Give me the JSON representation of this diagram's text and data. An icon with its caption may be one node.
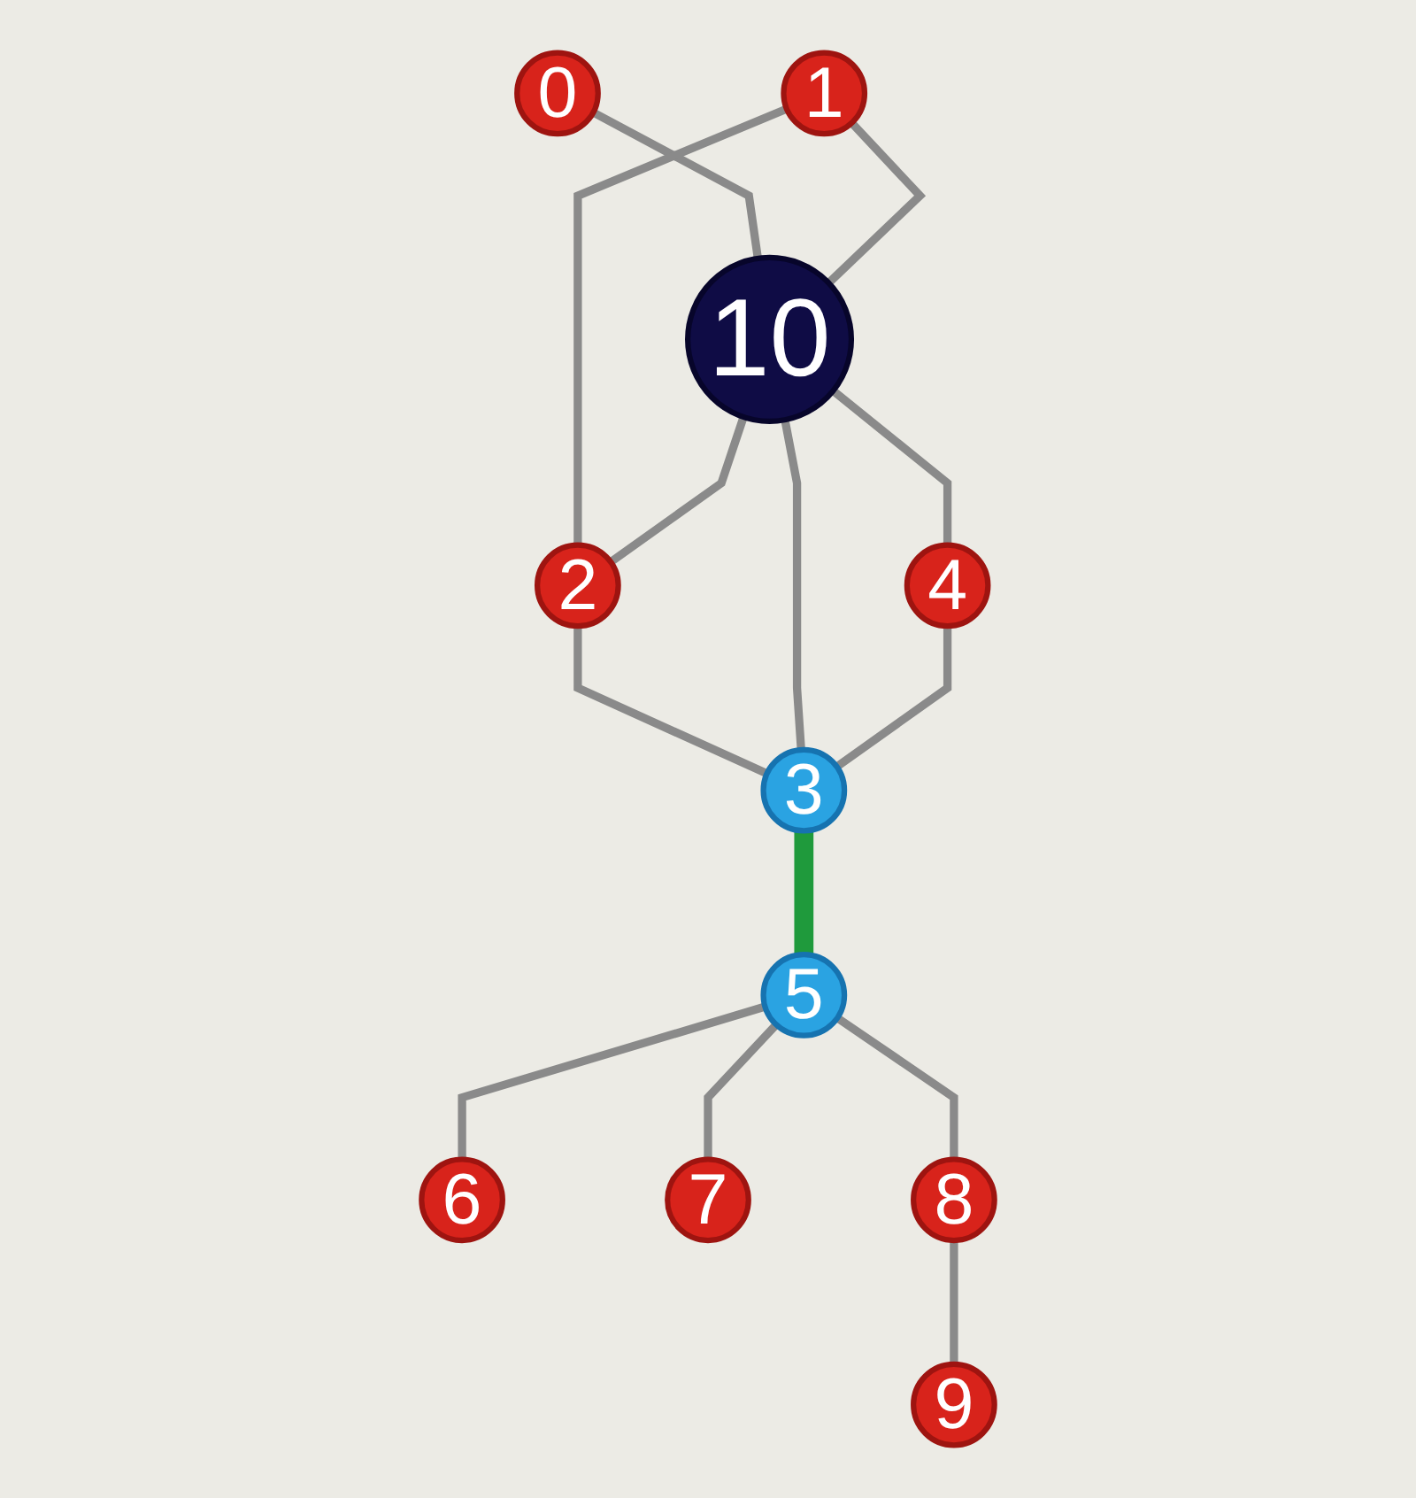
{
  "diagram": {
    "nodes": [
      {
        "text": [
          "0"
        ]
      },
      {
        "text": [
          "1"
        ]
      },
      {
        "text": [
          "2"
        ]
      },
      {
        "text": [
          "3"
        ]
      },
      {
        "text": [
          "4"
        ]
      },
      {
        "text": [
          "5"
        ]
      },
      {
        "text": [
          "6"
        ]
      },
      {
        "text": [
          "7"
        ]
      },
      {
        "text": [
          "8"
        ]
      },
      {
        "text": [
          "9"
        ]
      },
      {
        "text": [
          "10"
        ]
      }
    ],
    "edges": [
      {
        "from": 0,
        "to": 10,
        "arrow": "none"
      },
      {
        "from": 1,
        "to": 10,
        "arrow": "none"
      },
      {
        "from": 1,
        "to": 2,
        "arrow": "none"
      },
      {
        "from": 10,
        "to": 2,
        "arrow": "none"
      },
      {
        "from": 2,
        "to": 3,
        "arrow": "none"
      },
      {
        "from": 10,
        "to": 3,
        "arrow": "none"
      },
      {
        "from": 10,
        "to": 4,
        "arrow": "none"
      },
      {
        "from": 4,
        "to": 3,
        "arrow": "none"
      },
      {
        "from": 3,
        "to": 5,
        "arrow": "none",
        "style": "thick",
        "color": "#1f9a3c"
      },
      {
        "from": 5,
        "to": 8,
        "arrow": "none"
      },
      {
        "from": 5,
        "to": 6,
        "arrow": "none"
      },
      {
        "from": 5,
        "to": 7,
        "arrow": "none"
      },
      {
        "from": 8,
        "to": 9,
        "arrow": "none"
      }
    ]
  }
}
